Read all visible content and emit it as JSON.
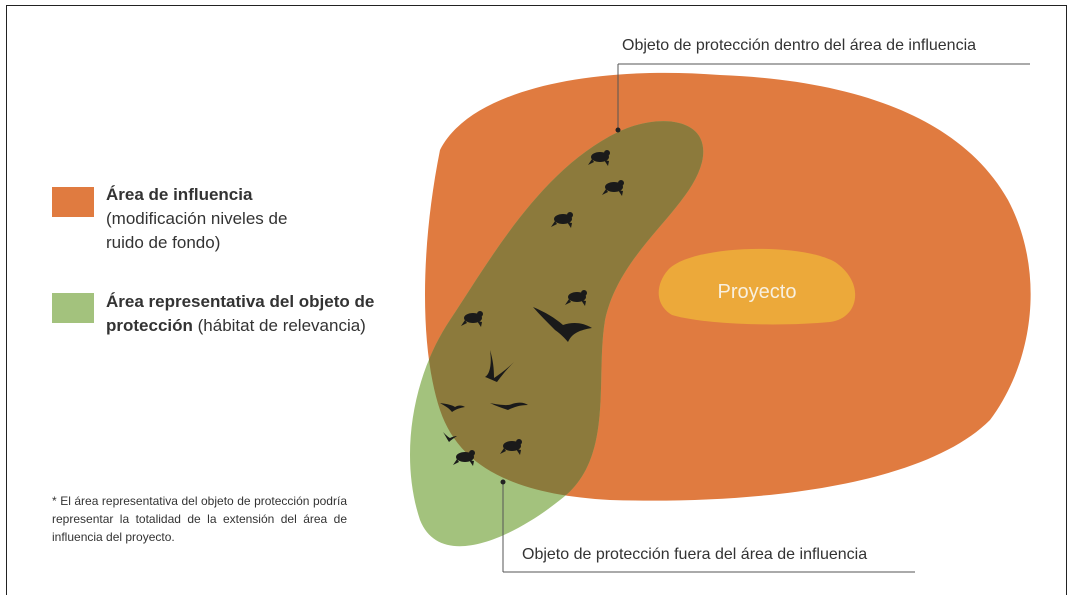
{
  "legend": {
    "influence": {
      "title": "Área de influencia",
      "desc_line1": "(modificación niveles de",
      "desc_line2": "ruido de fondo)",
      "color": "#e07b40"
    },
    "habitat": {
      "title_line1": "Área representativa del objeto de",
      "title_line2_bold": "protección",
      "title_line2_rest": " (hábitat de relevancia)",
      "color": "#a3c27d"
    }
  },
  "diagram": {
    "project_label": "Proyecto",
    "project_color": "#eca93a",
    "overlap_color": "#8c7a3c",
    "callout_inside": "Objeto de protección dentro del área de influencia",
    "callout_outside": "Objeto de protección fuera del área de influencia"
  },
  "note": "* El área representativa del objeto de protección podría representar la totalidad de la extensión del área de influencia del proyecto."
}
